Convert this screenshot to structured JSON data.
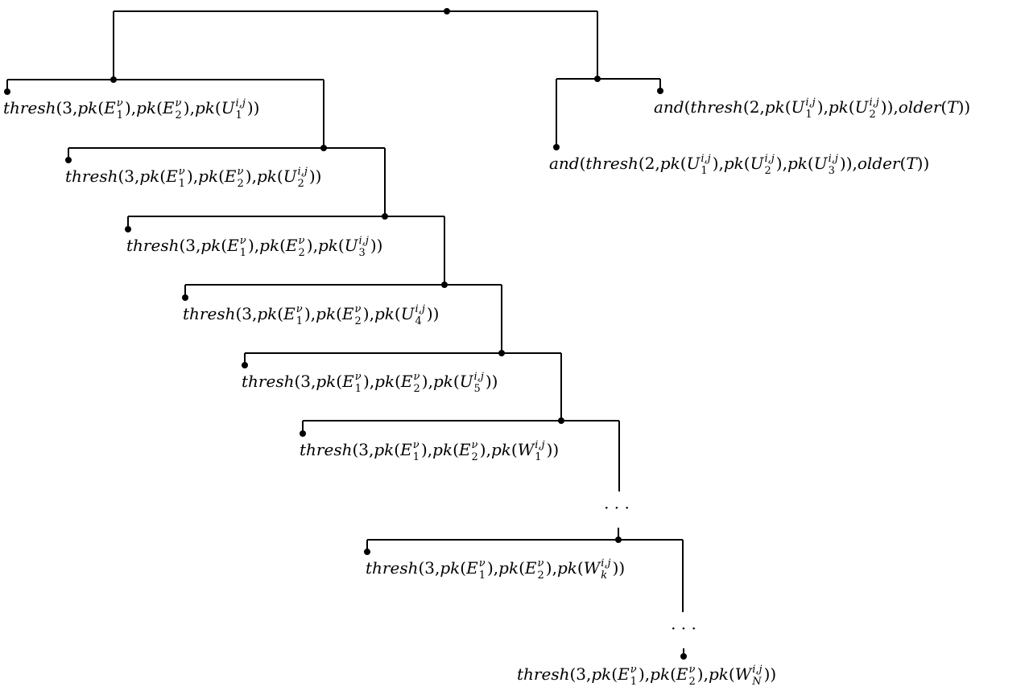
{
  "leaves": {
    "u1": [
      {
        "t": "thresh",
        "s": "it"
      },
      {
        "t": "(3,"
      },
      {
        "t": "pk",
        "s": "it"
      },
      {
        "t": "("
      },
      {
        "t": "E",
        "s": "it"
      },
      {
        "t": "ν",
        "s": "sup"
      },
      {
        "t": "1",
        "s": "sub"
      },
      {
        "t": "), "
      },
      {
        "t": "pk",
        "s": "it"
      },
      {
        "t": "("
      },
      {
        "t": "E",
        "s": "it"
      },
      {
        "t": "ν",
        "s": "sup"
      },
      {
        "t": "2",
        "s": "sub"
      },
      {
        "t": "), "
      },
      {
        "t": "pk",
        "s": "it"
      },
      {
        "t": "("
      },
      {
        "t": "U",
        "s": "it"
      },
      {
        "t": "i,j",
        "s": "sup"
      },
      {
        "t": "1",
        "s": "sub"
      },
      {
        "t": "))"
      }
    ],
    "u2": [
      {
        "t": "thresh",
        "s": "it"
      },
      {
        "t": "(3,"
      },
      {
        "t": "pk",
        "s": "it"
      },
      {
        "t": "("
      },
      {
        "t": "E",
        "s": "it"
      },
      {
        "t": "ν",
        "s": "sup"
      },
      {
        "t": "1",
        "s": "sub"
      },
      {
        "t": "), "
      },
      {
        "t": "pk",
        "s": "it"
      },
      {
        "t": "("
      },
      {
        "t": "E",
        "s": "it"
      },
      {
        "t": "ν",
        "s": "sup"
      },
      {
        "t": "2",
        "s": "sub"
      },
      {
        "t": "), "
      },
      {
        "t": "pk",
        "s": "it"
      },
      {
        "t": "("
      },
      {
        "t": "U",
        "s": "it"
      },
      {
        "t": "i,j",
        "s": "sup"
      },
      {
        "t": "2",
        "s": "sub"
      },
      {
        "t": "))"
      }
    ],
    "u3": [
      {
        "t": "thresh",
        "s": "it"
      },
      {
        "t": "(3,"
      },
      {
        "t": "pk",
        "s": "it"
      },
      {
        "t": "("
      },
      {
        "t": "E",
        "s": "it"
      },
      {
        "t": "ν",
        "s": "sup"
      },
      {
        "t": "1",
        "s": "sub"
      },
      {
        "t": "), "
      },
      {
        "t": "pk",
        "s": "it"
      },
      {
        "t": "("
      },
      {
        "t": "E",
        "s": "it"
      },
      {
        "t": "ν",
        "s": "sup"
      },
      {
        "t": "2",
        "s": "sub"
      },
      {
        "t": "), "
      },
      {
        "t": "pk",
        "s": "it"
      },
      {
        "t": "("
      },
      {
        "t": "U",
        "s": "it"
      },
      {
        "t": "i,j",
        "s": "sup"
      },
      {
        "t": "3",
        "s": "sub"
      },
      {
        "t": "))"
      }
    ],
    "u4": [
      {
        "t": "thresh",
        "s": "it"
      },
      {
        "t": "(3,"
      },
      {
        "t": "pk",
        "s": "it"
      },
      {
        "t": "("
      },
      {
        "t": "E",
        "s": "it"
      },
      {
        "t": "ν",
        "s": "sup"
      },
      {
        "t": "1",
        "s": "sub"
      },
      {
        "t": "), "
      },
      {
        "t": "pk",
        "s": "it"
      },
      {
        "t": "("
      },
      {
        "t": "E",
        "s": "it"
      },
      {
        "t": "ν",
        "s": "sup"
      },
      {
        "t": "2",
        "s": "sub"
      },
      {
        "t": "), "
      },
      {
        "t": "pk",
        "s": "it"
      },
      {
        "t": "("
      },
      {
        "t": "U",
        "s": "it"
      },
      {
        "t": "i,j",
        "s": "sup"
      },
      {
        "t": "4",
        "s": "sub"
      },
      {
        "t": "))"
      }
    ],
    "u5": [
      {
        "t": "thresh",
        "s": "it"
      },
      {
        "t": "(3,"
      },
      {
        "t": "pk",
        "s": "it"
      },
      {
        "t": "("
      },
      {
        "t": "E",
        "s": "it"
      },
      {
        "t": "ν",
        "s": "sup"
      },
      {
        "t": "1",
        "s": "sub"
      },
      {
        "t": "), "
      },
      {
        "t": "pk",
        "s": "it"
      },
      {
        "t": "("
      },
      {
        "t": "E",
        "s": "it"
      },
      {
        "t": "ν",
        "s": "sup"
      },
      {
        "t": "2",
        "s": "sub"
      },
      {
        "t": "), "
      },
      {
        "t": "pk",
        "s": "it"
      },
      {
        "t": "("
      },
      {
        "t": "U",
        "s": "it"
      },
      {
        "t": "i,j",
        "s": "sup"
      },
      {
        "t": "5",
        "s": "sub"
      },
      {
        "t": "))"
      }
    ],
    "w1": [
      {
        "t": "thresh",
        "s": "it"
      },
      {
        "t": "(3,"
      },
      {
        "t": "pk",
        "s": "it"
      },
      {
        "t": "("
      },
      {
        "t": "E",
        "s": "it"
      },
      {
        "t": "ν",
        "s": "sup"
      },
      {
        "t": "1",
        "s": "sub"
      },
      {
        "t": "), "
      },
      {
        "t": "pk",
        "s": "it"
      },
      {
        "t": "("
      },
      {
        "t": "E",
        "s": "it"
      },
      {
        "t": "ν",
        "s": "sup"
      },
      {
        "t": "2",
        "s": "sub"
      },
      {
        "t": "), "
      },
      {
        "t": "pk",
        "s": "it"
      },
      {
        "t": "("
      },
      {
        "t": "W",
        "s": "it"
      },
      {
        "t": "i,j",
        "s": "sup"
      },
      {
        "t": "1",
        "s": "sub"
      },
      {
        "t": "))"
      }
    ],
    "wk": [
      {
        "t": "thresh",
        "s": "it"
      },
      {
        "t": "(3,"
      },
      {
        "t": "pk",
        "s": "it"
      },
      {
        "t": "("
      },
      {
        "t": "E",
        "s": "it"
      },
      {
        "t": "ν",
        "s": "sup"
      },
      {
        "t": "1",
        "s": "sub"
      },
      {
        "t": "), "
      },
      {
        "t": "pk",
        "s": "it"
      },
      {
        "t": "("
      },
      {
        "t": "E",
        "s": "it"
      },
      {
        "t": "ν",
        "s": "sup"
      },
      {
        "t": "2",
        "s": "sub"
      },
      {
        "t": "), "
      },
      {
        "t": "pk",
        "s": "it"
      },
      {
        "t": "("
      },
      {
        "t": "W",
        "s": "it"
      },
      {
        "t": "i,j",
        "s": "sup"
      },
      {
        "t": "k",
        "s": "subit"
      },
      {
        "t": "))"
      }
    ],
    "wn": [
      {
        "t": "thresh",
        "s": "it"
      },
      {
        "t": "(3,"
      },
      {
        "t": "pk",
        "s": "it"
      },
      {
        "t": "("
      },
      {
        "t": "E",
        "s": "it"
      },
      {
        "t": "ν",
        "s": "sup"
      },
      {
        "t": "1",
        "s": "sub"
      },
      {
        "t": "), "
      },
      {
        "t": "pk",
        "s": "it"
      },
      {
        "t": "("
      },
      {
        "t": "E",
        "s": "it"
      },
      {
        "t": "ν",
        "s": "sup"
      },
      {
        "t": "2",
        "s": "sub"
      },
      {
        "t": "), "
      },
      {
        "t": "pk",
        "s": "it"
      },
      {
        "t": "("
      },
      {
        "t": "W",
        "s": "it"
      },
      {
        "t": "i,j",
        "s": "sup"
      },
      {
        "t": "N",
        "s": "subit"
      },
      {
        "t": "))"
      }
    ],
    "and2": [
      {
        "t": "and",
        "s": "it"
      },
      {
        "t": "("
      },
      {
        "t": "thresh",
        "s": "it"
      },
      {
        "t": "(2,"
      },
      {
        "t": "pk",
        "s": "it"
      },
      {
        "t": "("
      },
      {
        "t": "U",
        "s": "it"
      },
      {
        "t": "i,j",
        "s": "sup"
      },
      {
        "t": "1",
        "s": "sub"
      },
      {
        "t": "), "
      },
      {
        "t": "pk",
        "s": "it"
      },
      {
        "t": "("
      },
      {
        "t": "U",
        "s": "it"
      },
      {
        "t": "i,j",
        "s": "sup"
      },
      {
        "t": "2",
        "s": "sub"
      },
      {
        "t": ")), "
      },
      {
        "t": "older",
        "s": "it"
      },
      {
        "t": "("
      },
      {
        "t": "T",
        "s": "it"
      },
      {
        "t": "))"
      }
    ],
    "and3": [
      {
        "t": "and",
        "s": "it"
      },
      {
        "t": "("
      },
      {
        "t": "thresh",
        "s": "it"
      },
      {
        "t": "(2,"
      },
      {
        "t": "pk",
        "s": "it"
      },
      {
        "t": "("
      },
      {
        "t": "U",
        "s": "it"
      },
      {
        "t": "i,j",
        "s": "sup"
      },
      {
        "t": "1",
        "s": "sub"
      },
      {
        "t": "), "
      },
      {
        "t": "pk",
        "s": "it"
      },
      {
        "t": "("
      },
      {
        "t": "U",
        "s": "it"
      },
      {
        "t": "i,j",
        "s": "sup"
      },
      {
        "t": "2",
        "s": "sub"
      },
      {
        "t": "), "
      },
      {
        "t": "pk",
        "s": "it"
      },
      {
        "t": "("
      },
      {
        "t": "U",
        "s": "it"
      },
      {
        "t": "i,j",
        "s": "sup"
      },
      {
        "t": "3",
        "s": "sub"
      },
      {
        "t": ")), "
      },
      {
        "t": "older",
        "s": "it"
      },
      {
        "t": "("
      },
      {
        "t": "T",
        "s": "it"
      },
      {
        "t": "))"
      }
    ]
  },
  "ellipsis": "· · ·"
}
